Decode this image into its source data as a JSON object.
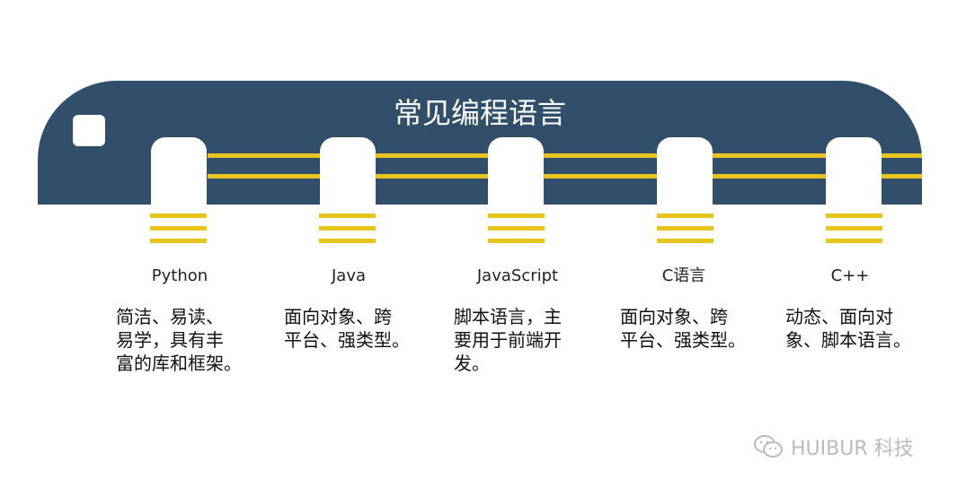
{
  "diagram": {
    "title": "常见编程语言",
    "languages": [
      {
        "name": "Python",
        "desc": [
          "简洁、易读、",
          "易学，具有丰",
          "富的库和框架。"
        ]
      },
      {
        "name": "Java",
        "desc": [
          "面向对象、跨",
          "平台、强类型。"
        ]
      },
      {
        "name": "JavaScript",
        "desc": [
          "脚本语言，主",
          "要用于前端开",
          "发。"
        ]
      },
      {
        "name": "C语言",
        "desc": [
          "面向对象、跨",
          "平台、强类型。"
        ]
      },
      {
        "name": "C++",
        "desc": [
          "动态、面向对",
          "象、脚本语言。"
        ]
      }
    ]
  },
  "watermark": {
    "text": "HUIBUR 科技",
    "icon": "wechat-icon"
  },
  "colors": {
    "banner": "#314f6b",
    "accent": "#e8c51c",
    "window": "#ffffff",
    "watermark": "#b7bcc2"
  }
}
